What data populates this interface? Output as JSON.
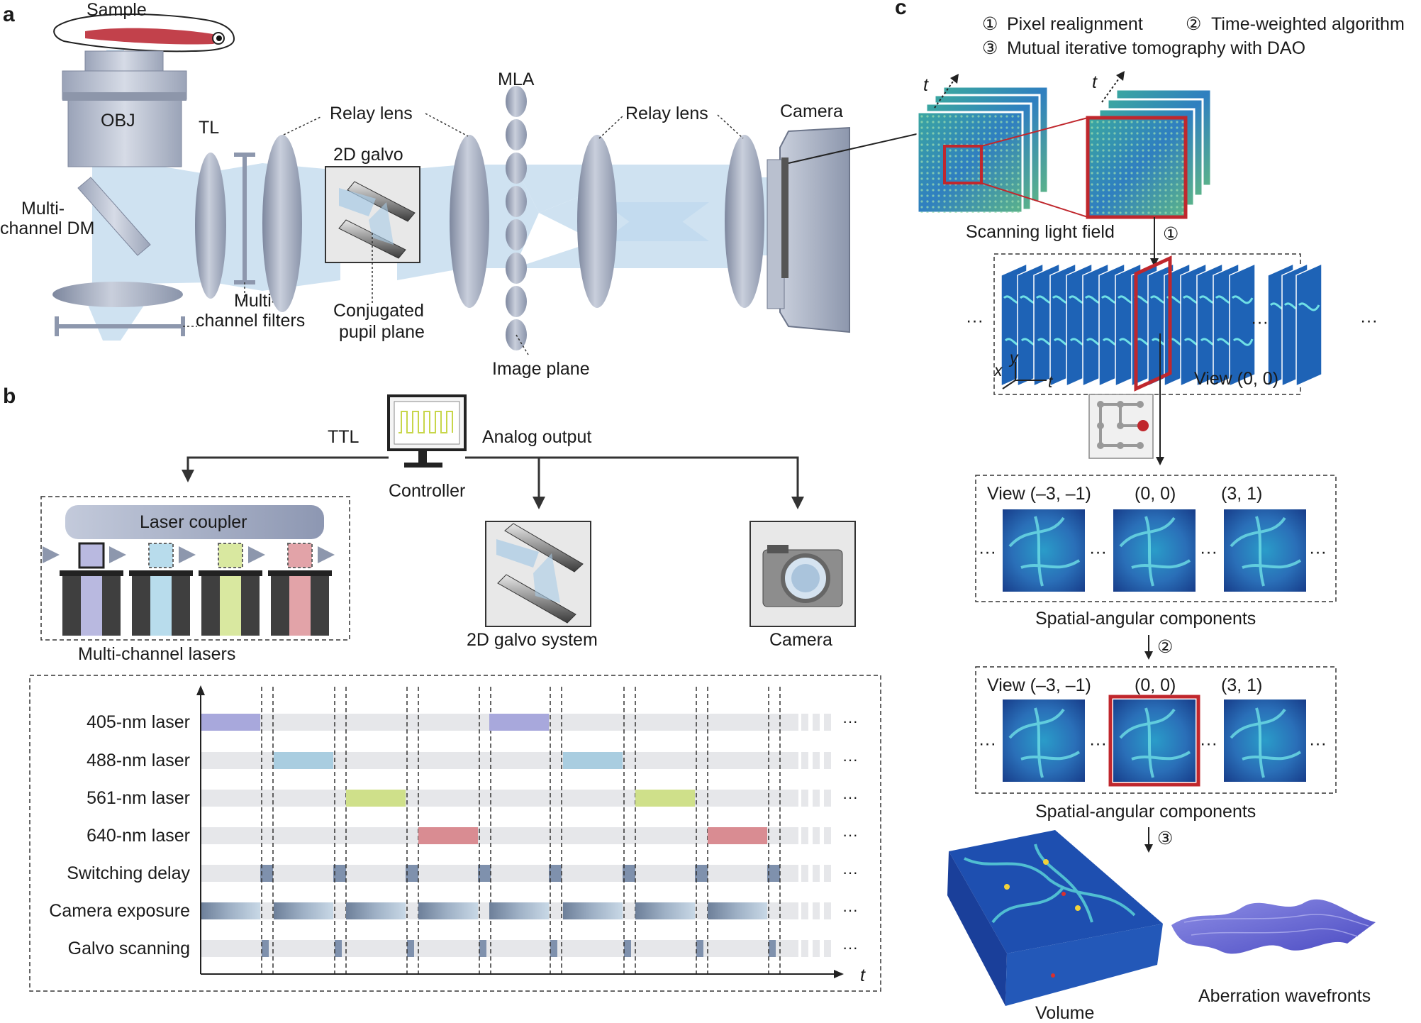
{
  "panels": {
    "a": "a",
    "b": "b",
    "c": "c"
  },
  "panel_a": {
    "sample": "Sample",
    "obj": "OBJ",
    "tl": "TL",
    "dm": [
      "Multi-",
      "channel DM"
    ],
    "relay1": "Relay lens",
    "relay2": "Relay lens",
    "galvo": "2D galvo",
    "mla": "MLA",
    "camera": "Camera",
    "filters": [
      "Multi-",
      "channel filters"
    ],
    "pupil": [
      "Conjugated",
      "pupil plane"
    ],
    "image_plane": "Image plane"
  },
  "panel_b": {
    "ttl": "TTL",
    "analog": "Analog output",
    "controller": "Controller",
    "laser_coupler": "Laser coupler",
    "lasers_caption": "Multi-channel lasers",
    "galvo_caption": "2D galvo system",
    "camera_caption": "Camera",
    "laser_colors": [
      "#b9b9e0",
      "#b8dcec",
      "#d9e8a0",
      "#e2a3a8"
    ],
    "timing": {
      "rows": [
        "405-nm laser",
        "488-nm laser",
        "561-nm laser",
        "640-nm laser",
        "Switching delay",
        "Camera exposure",
        "Galvo scanning"
      ],
      "axis_label": "t",
      "ellipsis": "···",
      "laser_colors": [
        "#a8a8dc",
        "#a9cde0",
        "#cfe08a",
        "#d98c92"
      ]
    }
  },
  "panel_c": {
    "steps": [
      {
        "num": "①",
        "text": "Pixel realignment"
      },
      {
        "num": "②",
        "text": "Time-weighted algorithm"
      },
      {
        "num": "③",
        "text": "Mutual iterative tomography with DAO"
      }
    ],
    "t_label": "t",
    "scanning_caption": "Scanning light field",
    "step1": "①",
    "step2": "②",
    "step3": "③",
    "dots": "···",
    "axes": {
      "x": "x",
      "y": "y",
      "t": "t"
    },
    "view_label": "View (0, 0)",
    "views": [
      "View (–3, –1)",
      "(0, 0)",
      "(3, 1)"
    ],
    "components_caption": "Spatial-angular components",
    "volume_caption": "Volume",
    "wavefront_caption": "Aberration wavefronts"
  }
}
